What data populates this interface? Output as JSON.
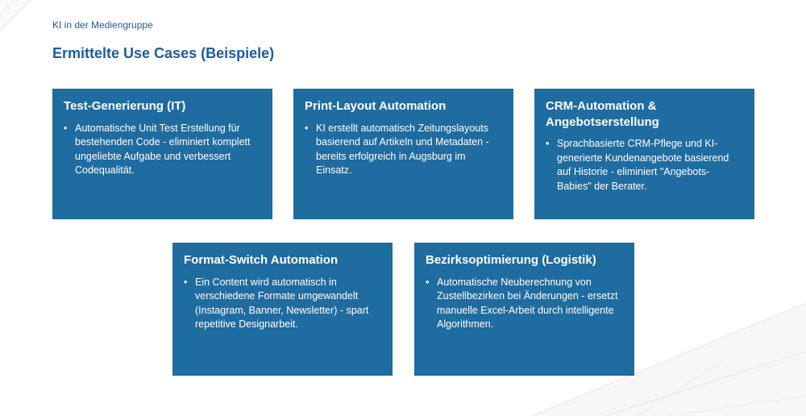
{
  "slide": {
    "kicker": "KI in der Mediengruppe",
    "title": "Ermittelte Use Cases (Beispiele)",
    "bullet_char": "•",
    "accent_color": "#1f6ca0",
    "heading_color": "#1d5b9e"
  },
  "cards": [
    {
      "title": "Test-Generierung (IT)",
      "bullet": "Automatische Unit Test Erstellung für bestehenden Code - eliminiert komplett ungeliebte Aufgabe und verbessert Codequalität."
    },
    {
      "title": "Print-Layout Automation",
      "bullet": "KI erstellt automatisch Zeitungslayouts basierend auf Artikeln und Metadaten - bereits erfolgreich in Augsburg im Einsatz."
    },
    {
      "title": "CRM-Automation & Angebotserstellung",
      "bullet": "Sprachbasierte CRM-Pflege und KI-generierte Kundenangebote basierend auf Historie - eliminiert \"Angebots-Babies\" der Berater."
    },
    {
      "title": "Format-Switch Automation",
      "bullet": "Ein Content wird automatisch in verschiedene Formate umgewandelt (Instagram, Banner, Newsletter) - spart repetitive Designarbeit."
    },
    {
      "title": "Bezirksoptimierung (Logistik)",
      "bullet": "Automatische Neuberechnung von Zustellbezirken bei Änderungen - ersetzt manuelle Excel-Arbeit durch intelligente Algorithmen."
    }
  ]
}
